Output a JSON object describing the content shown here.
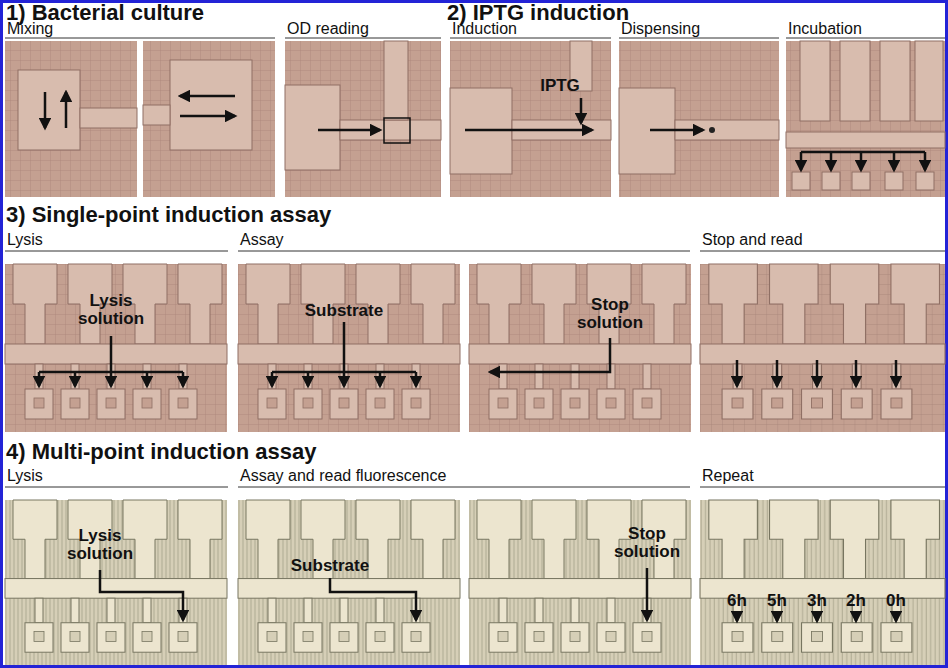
{
  "diagram": {
    "labels": [
      "1) Bacterial culture",
      "Mixing",
      "OD reading",
      "2) IPTG induction",
      "Induction",
      "Dispensing",
      "Incubation",
      "IPTG",
      "3) Single-point induction assay",
      "Lysis",
      "Assay",
      "Stop and read",
      "Lysis solution",
      "Substrate",
      "Stop solution",
      "4) Multi-point induction assay",
      "Lysis",
      "Assay and read fluorescence",
      "Repeat",
      "Lysis solution",
      "Substrate",
      "Stop solution",
      "6h",
      "5h",
      "3h",
      "2h",
      "0h"
    ]
  }
}
